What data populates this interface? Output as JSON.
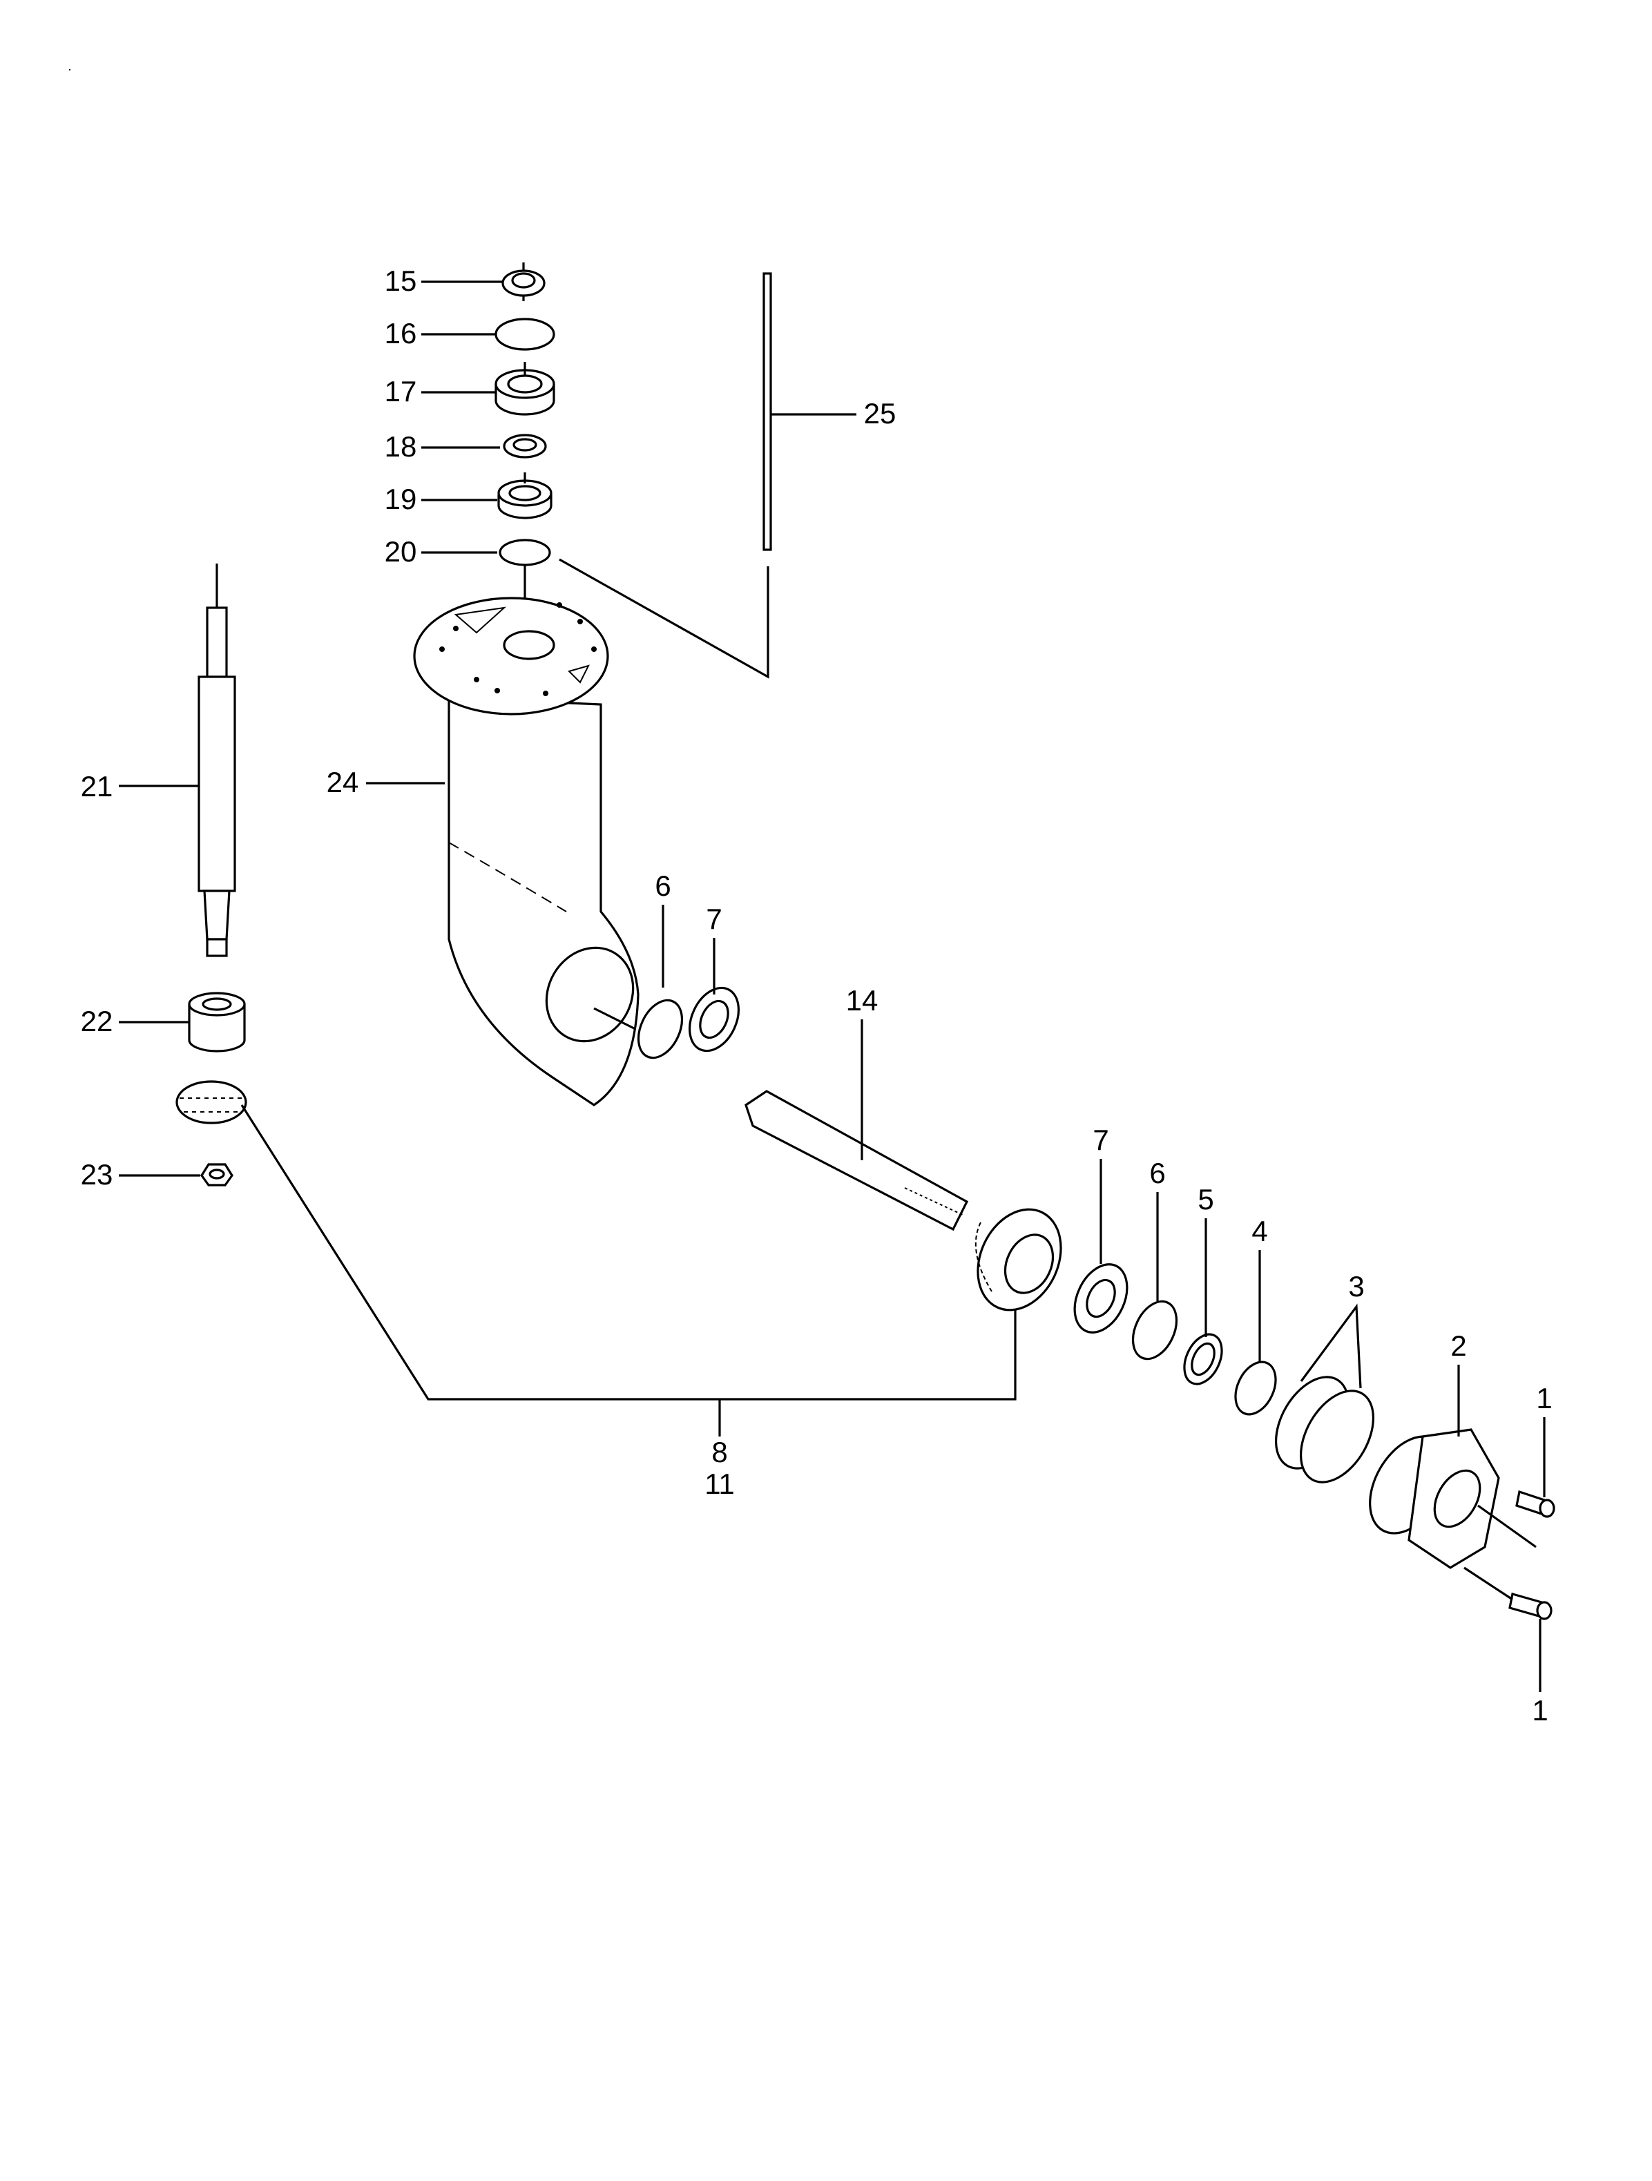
{
  "diagram": {
    "type": "exploded-parts-view",
    "callouts": {
      "c15": "15",
      "c16": "16",
      "c17": "17",
      "c18": "18",
      "c19": "19",
      "c20": "20",
      "c21": "21",
      "c22": "22",
      "c23": "23",
      "c24": "24",
      "c25": "25",
      "c6a": "6",
      "c7a": "7",
      "c14": "14",
      "c7b": "7",
      "c6b": "6",
      "c5": "5",
      "c4": "4",
      "c3": "3",
      "c2": "2",
      "c1a": "1",
      "c1b": "1",
      "c8": "8",
      "c11": "11"
    }
  }
}
